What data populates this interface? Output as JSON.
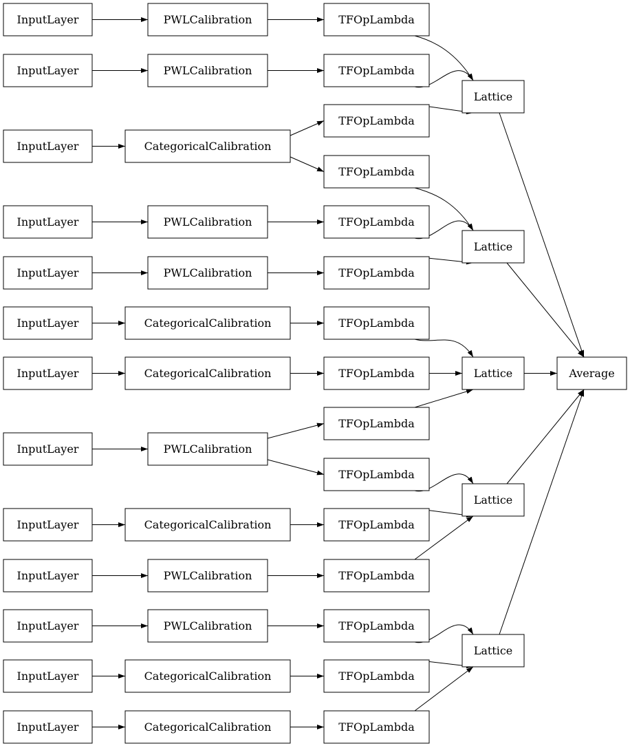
{
  "rows": [
    {
      "input": "InputLayer",
      "calibration": "PWLCalibration"
    },
    {
      "input": "InputLayer",
      "calibration": "PWLCalibration"
    },
    {
      "input": "InputLayer",
      "calibration": "CategoricalCalibration"
    },
    {
      "input": "InputLayer",
      "calibration": "PWLCalibration"
    },
    {
      "input": "InputLayer",
      "calibration": "PWLCalibration"
    },
    {
      "input": "InputLayer",
      "calibration": "CategoricalCalibration"
    },
    {
      "input": "InputLayer",
      "calibration": "CategoricalCalibration"
    },
    {
      "input": "InputLayer",
      "calibration": "PWLCalibration"
    },
    {
      "input": "InputLayer",
      "calibration": "CategoricalCalibration"
    },
    {
      "input": "InputLayer",
      "calibration": "PWLCalibration"
    },
    {
      "input": "InputLayer",
      "calibration": "PWLCalibration"
    },
    {
      "input": "InputLayer",
      "calibration": "CategoricalCalibration"
    },
    {
      "input": "InputLayer",
      "calibration": "CategoricalCalibration"
    }
  ],
  "ops": [
    "TFOpLambda",
    "TFOpLambda",
    "TFOpLambda",
    "TFOpLambda",
    "TFOpLambda",
    "TFOpLambda",
    "TFOpLambda",
    "TFOpLambda",
    "TFOpLambda",
    "TFOpLambda",
    "TFOpLambda",
    "TFOpLambda",
    "TFOpLambda",
    "TFOpLambda",
    "TFOpLambda"
  ],
  "lattices": [
    "Lattice",
    "Lattice",
    "Lattice",
    "Lattice",
    "Lattice"
  ],
  "output": "Average",
  "edges": {
    "calibration_to_ops": [
      [
        0
      ],
      [
        1
      ],
      [
        2,
        3
      ],
      [
        4
      ],
      [
        5
      ],
      [
        6
      ],
      [
        7
      ],
      [
        8,
        9
      ],
      [
        10
      ],
      [
        11
      ],
      [
        12
      ],
      [
        13
      ],
      [
        14
      ]
    ],
    "ops_to_lattice": [
      0,
      0,
      0,
      1,
      1,
      1,
      2,
      2,
      2,
      3,
      3,
      3,
      4,
      4,
      4
    ]
  }
}
